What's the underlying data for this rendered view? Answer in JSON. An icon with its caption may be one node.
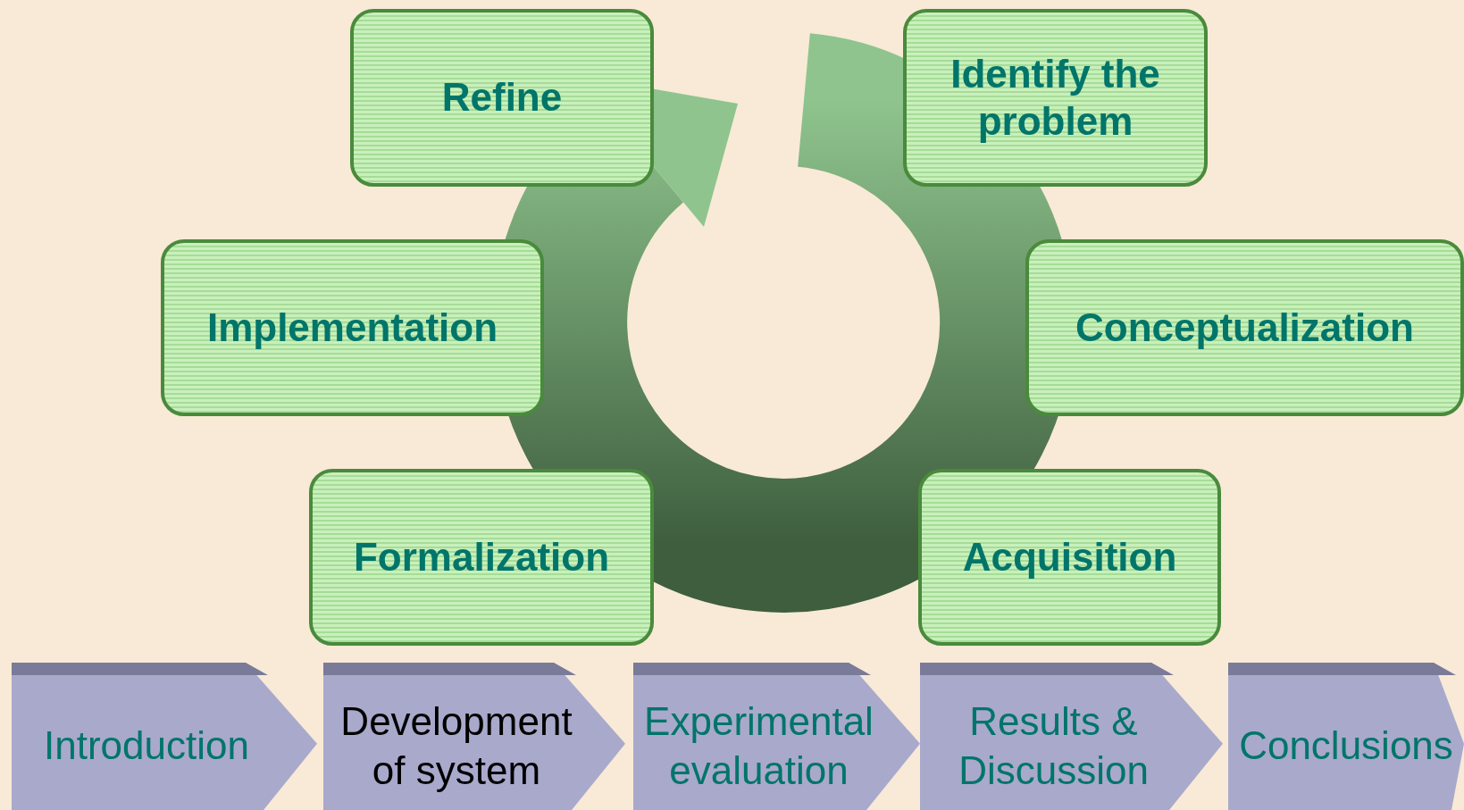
{
  "diagram": {
    "nodes": [
      {
        "text": [
          "Refine"
        ]
      },
      {
        "text": [
          "Identify the problem"
        ]
      },
      {
        "text": [
          "Implementation"
        ]
      },
      {
        "text": [
          "Conceptualization"
        ]
      },
      {
        "text": [
          "Formalization"
        ]
      },
      {
        "text": [
          "Acquisition"
        ]
      },
      {
        "text": [
          "Introduction"
        ]
      },
      {
        "text": [
          "Development of system"
        ]
      },
      {
        "text": [
          "Experimental evaluation"
        ]
      },
      {
        "text": [
          "Results & Discussion"
        ]
      },
      {
        "text": [
          "Conclusions"
        ]
      }
    ]
  }
}
